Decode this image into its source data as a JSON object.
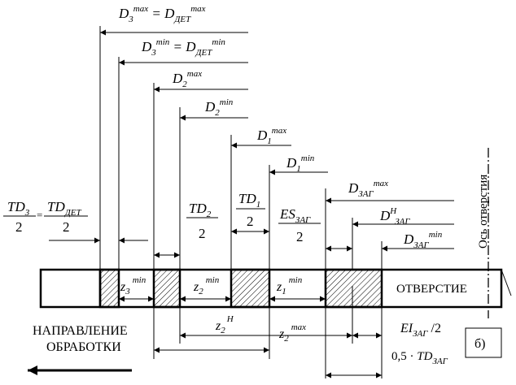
{
  "dims": {
    "d3max": {
      "base": "D",
      "sub": "3",
      "sup": "max",
      "eq": " = ",
      "rbase": "D",
      "rsub": "ДЕТ",
      "rsup": "max"
    },
    "d3min": {
      "base": "D",
      "sub": "3",
      "sup": "min",
      "eq": " = ",
      "rbase": "D",
      "rsub": "ДЕТ",
      "rsup": "min"
    },
    "d2max": {
      "base": "D",
      "sub": "2",
      "sup": "max"
    },
    "d2min": {
      "base": "D",
      "sub": "2",
      "sup": "min"
    },
    "d1max": {
      "base": "D",
      "sub": "1",
      "sup": "max"
    },
    "d1min": {
      "base": "D",
      "sub": "1",
      "sup": "min"
    },
    "dzagmax": {
      "base": "D",
      "sub": "ЗАГ",
      "sup": "max"
    },
    "dhzag": {
      "base": "D",
      "sup": "H",
      "sub": "ЗАГ"
    },
    "dzagmin": {
      "base": "D",
      "sub": "ЗАГ",
      "sup": "min"
    }
  },
  "fractions": {
    "td3": {
      "num_base": "TD",
      "num_sub": "3",
      "den": "2",
      "eq": "=",
      "rnum_base": "TD",
      "rnum_sub": "ДЕТ",
      "rden": "2"
    },
    "td2": {
      "num_base": "TD",
      "num_sub": "2",
      "den": "2"
    },
    "td1": {
      "num_base": "TD",
      "num_sub": "1",
      "den": "2"
    },
    "eszag": {
      "num_base": "ES",
      "num_sub": "ЗАГ",
      "den": "2"
    }
  },
  "allowances": {
    "z3min": {
      "base": "z",
      "sub": "3",
      "sup": "min"
    },
    "z2min": {
      "base": "z",
      "sub": "2",
      "sup": "min"
    },
    "z1min": {
      "base": "z",
      "sub": "1",
      "sup": "min"
    },
    "z2h": {
      "base": "z",
      "sub": "2",
      "sup": "H"
    },
    "z2max": {
      "base": "z",
      "sub": "2",
      "sup": "max"
    }
  },
  "lower": {
    "eizag": {
      "base": "EI",
      "sub": "ЗАГ",
      "tail": " /2"
    },
    "tdzag": {
      "pre": "0,5 · ",
      "base": "TD",
      "sub": "ЗАГ"
    }
  },
  "labels": {
    "hole": "ОТВЕРСТИЕ",
    "axis": "Ось отверстия",
    "direction_line1": "НАПРАВЛЕНИЕ",
    "direction_line2": "ОБРАБОТКИ",
    "panel": "б)"
  }
}
